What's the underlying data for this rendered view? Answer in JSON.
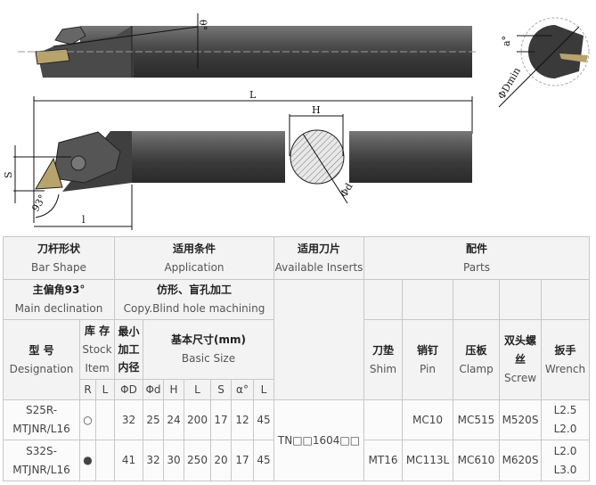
{
  "drawing": {
    "labels": {
      "theta": "θ°",
      "L": "L",
      "H": "H",
      "S": "S",
      "angle": "93°",
      "l": "l",
      "d": "Φd",
      "a": "a°",
      "dmin": "ΦDmin"
    }
  },
  "table": {
    "h_bar_shape_cn": "刀杆形状",
    "h_bar_shape_en": "Bar Shape",
    "h_application_cn": "适用条件",
    "h_application_en": "Application",
    "h_inserts_cn": "适用刀片",
    "h_inserts_en": "Available Inserts",
    "h_parts_cn": "配件",
    "h_parts_en": "Parts",
    "decl_cn": "主偏角93°",
    "decl_en": "Main declination",
    "machining_cn": "仿形、盲孔加工",
    "machining_en": "Copy.Blind hole machining",
    "designation_cn": "型 号",
    "designation_en": "Designation",
    "stock_cn": "库 存",
    "stock_en1": "Stock",
    "stock_en2": "Item",
    "min_cn": "最小加工内径",
    "basic_cn": "基本尺寸(mm)",
    "basic_en": "Basic Size",
    "shim_cn": "刀垫",
    "shim_en": "Shim",
    "pin_cn": "销钉",
    "pin_en": "Pin",
    "clamp_cn": "压板",
    "clamp_en": "Clamp",
    "screw_cn": "双头螺丝",
    "screw_en": "Screw",
    "wrench_cn": "扳手",
    "wrench_en": "Wrench",
    "sub": [
      "R",
      "L",
      "ΦD",
      "Φd",
      "H",
      "L",
      "S",
      "α°",
      "L"
    ],
    "insert": "TN□□1604□□",
    "rows": [
      {
        "designation": "S25R-MTJNR/L16",
        "R": "○",
        "L": "",
        "D": "32",
        "d": "25",
        "H": "24",
        "Lb": "200",
        "S": "17",
        "a": "12",
        "l": "45",
        "shim": "",
        "pin": "MC10",
        "clamp": "MC515",
        "screw": "M520S",
        "wrench": "L2.5 L2.0"
      },
      {
        "designation": "S32S-MTJNR/L16",
        "R": "●",
        "L": "",
        "D": "41",
        "d": "32",
        "H": "30",
        "Lb": "250",
        "S": "20",
        "a": "17",
        "l": "45",
        "shim": "MT16",
        "pin": "MC113L",
        "clamp": "MC610",
        "screw": "M620S",
        "wrench": "L2.0 L3.0"
      }
    ]
  }
}
